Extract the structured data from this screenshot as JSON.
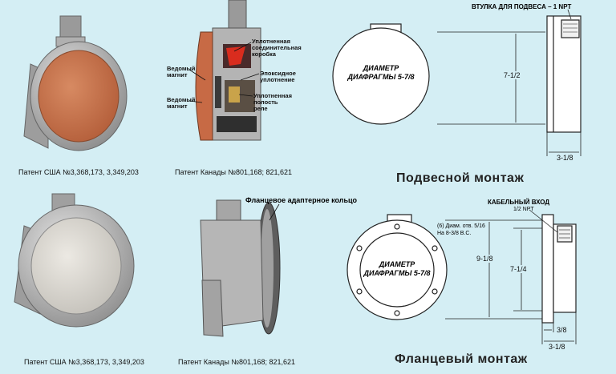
{
  "top": {
    "caption_left": "Патент США №3,368,173,   3,349,203",
    "caption_mid": "Патент Канады №801,168;  821,621",
    "cutaway_labels": {
      "sealed_box": "Уплотненная\nсоединительная\nкоробка",
      "epoxy_seal": "Эпоксидное\nуплотнение",
      "sealed_relay": "Уплотненная\nполость\nреле",
      "driven_magnet_1": "Ведомый\nмагнит",
      "driven_magnet_2": "Ведомый\nмагнит"
    },
    "drawing": {
      "bushing": "ВТУЛКА ДЛЯ ПОДВЕСА – 1   NPT",
      "diameter": "ДИАМЕТР\nДИАФРАГМЫ 5-7/8",
      "height": "7-1/2",
      "depth": "3-1/8"
    },
    "heading": "Подвесной монтаж"
  },
  "bottom": {
    "caption_left": "Патент США №3,368,173,   3,349,203",
    "caption_mid": "Патент Канады №801,168;  821,621",
    "flange_label": "Фланцевое адаптерное кольцо",
    "drawing": {
      "cable_entry": "КАБЕЛЬНЫЙ ВХОД",
      "npt": "1/2  NPT",
      "holes": "(6) Диам. отв. 5/16\nНа 8-3/8 В.С.",
      "diameter": "ДИАМЕТР\nДИАФРАГМЫ 5-7/8",
      "outer": "9-1/8",
      "inner": "7-1/4",
      "small": "3/8",
      "depth": "3-1/8"
    },
    "heading": "Фланцевый монтаж"
  },
  "colors": {
    "background": "#d4eef4",
    "diaphragm_orange": "#c9714a",
    "diaphragm_grey": "#d8d6d0",
    "metal": "#a8a8a8"
  }
}
